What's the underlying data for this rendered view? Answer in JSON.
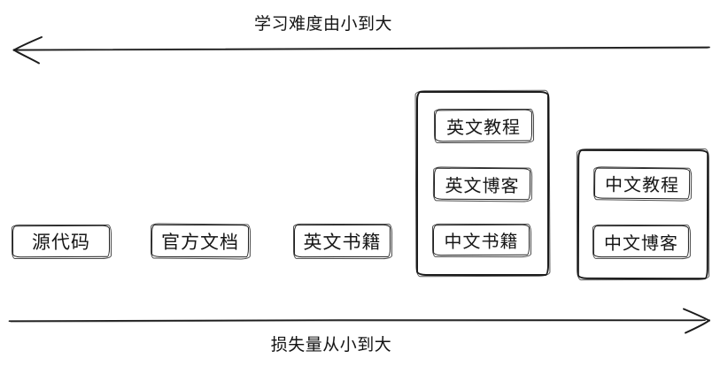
{
  "diagram": {
    "colors": {
      "stroke": "#1c1c1c",
      "background": "#ffffff",
      "text": "#161616"
    },
    "top_axis": {
      "label": "学习难度由小到大",
      "direction": "left"
    },
    "bottom_axis": {
      "label": "损失量从小到大",
      "direction": "right"
    },
    "standalone_boxes": [
      {
        "id": "source-code",
        "label": "源代码"
      },
      {
        "id": "official-docs",
        "label": "官方文档"
      },
      {
        "id": "english-books",
        "label": "英文书籍"
      }
    ],
    "groups": [
      {
        "id": "group-middle",
        "items": [
          {
            "label": "英文教程"
          },
          {
            "label": "英文博客"
          },
          {
            "label": "中文书籍"
          }
        ]
      },
      {
        "id": "group-right",
        "items": [
          {
            "label": "中文教程"
          },
          {
            "label": "中文博客"
          }
        ]
      }
    ]
  }
}
